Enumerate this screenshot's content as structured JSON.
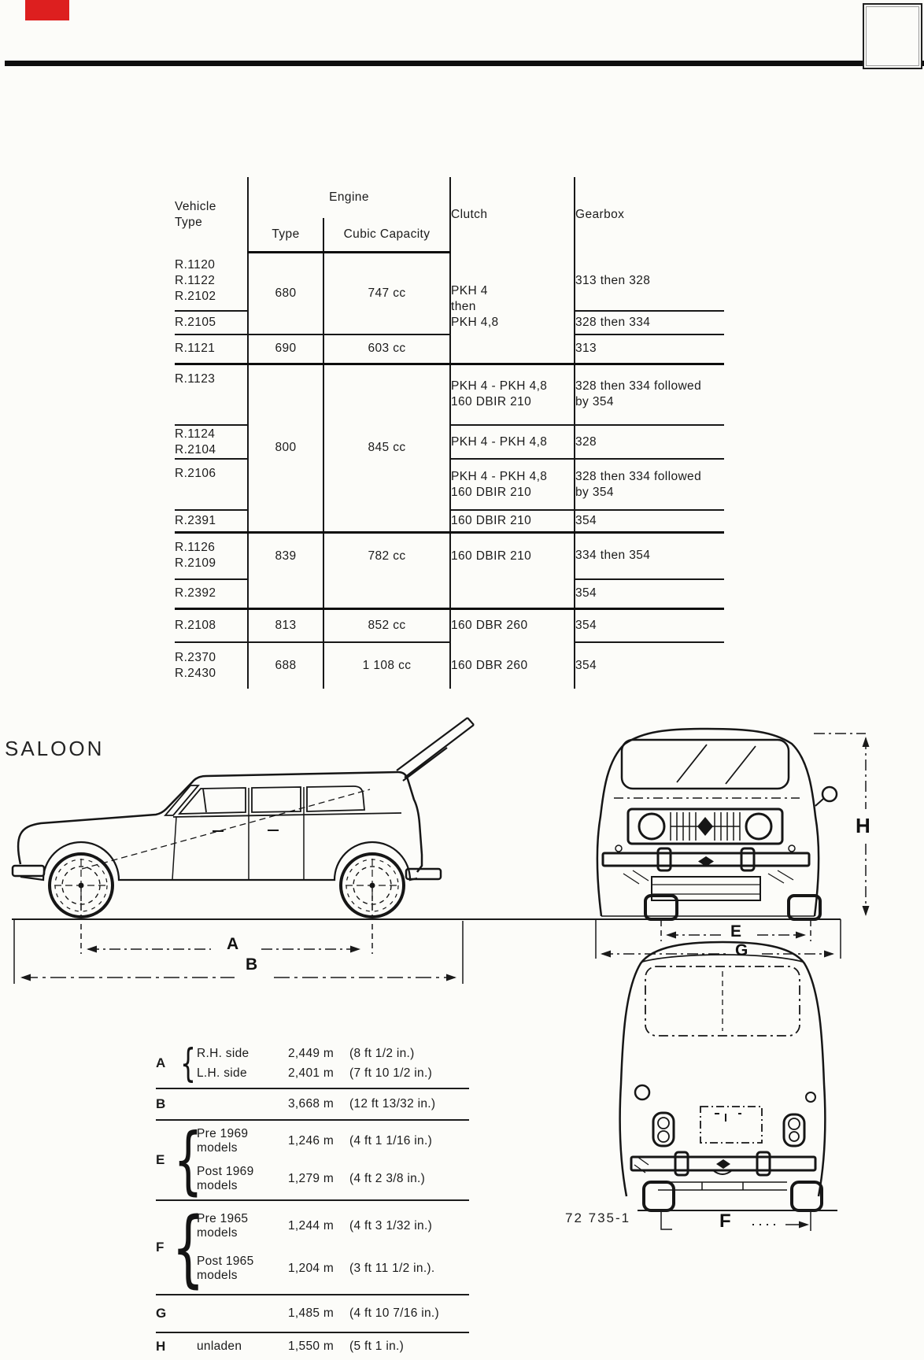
{
  "page": {
    "corner_mark_color": "#dd1f1f",
    "ink_color": "#1b1b1b"
  },
  "spec_table": {
    "headers": {
      "vehicle_type": "Vehicle\nType",
      "engine": "Engine",
      "engine_type": "Type",
      "cubic_capacity": "Cubic Capacity",
      "clutch": "Clutch",
      "gearbox": "Gearbox"
    },
    "rows": [
      {
        "vehicle": "R.1120\nR.1122\nR.2102",
        "engine_type": "680",
        "cubic_capacity": "747 cc",
        "clutch": "PKH 4\nthen\nPKH 4,8",
        "gearbox": "313 then 328"
      },
      {
        "vehicle": "R.2105",
        "gearbox": "328 then 334"
      },
      {
        "vehicle": "R.1121",
        "engine_type": "690",
        "cubic_capacity": "603 cc",
        "gearbox": "313"
      },
      {
        "vehicle": "R.1123",
        "engine_type": "800",
        "cubic_capacity": "845 cc",
        "clutch": "PKH 4 - PKH 4,8\n160 DBIR 210",
        "gearbox": "328 then 334 followed\nby 354"
      },
      {
        "vehicle": "R.1124\nR.2104",
        "clutch": "PKH 4 - PKH 4,8",
        "gearbox": "328"
      },
      {
        "vehicle": "R.2106",
        "clutch": "PKH 4 - PKH 4,8\n160 DBIR 210",
        "gearbox": "328 then 334 followed\nby 354"
      },
      {
        "vehicle": "R.2391",
        "clutch": "160 DBIR 210",
        "gearbox": "354"
      },
      {
        "vehicle": "R.1126\nR.2109",
        "engine_type": "839",
        "cubic_capacity": "782 cc",
        "clutch": "160 DBIR 210",
        "gearbox": "334 then 354"
      },
      {
        "vehicle": "R.2392",
        "gearbox": "354"
      },
      {
        "vehicle": "R.2108",
        "engine_type": "813",
        "cubic_capacity": "852 cc",
        "clutch": "160 DBR 260",
        "gearbox": "354"
      },
      {
        "vehicle": "R.2370\nR.2430",
        "engine_type": "688",
        "cubic_capacity": "1 108 cc",
        "clutch": "160 DBR 260",
        "gearbox": "354"
      }
    ]
  },
  "drawing": {
    "section_label": "SALOON",
    "figure_number": "72 735-1",
    "dim_letters": {
      "a": "A",
      "b": "B",
      "e": "E",
      "g": "G",
      "h": "H",
      "f": "F"
    }
  },
  "dimensions": {
    "rows": [
      {
        "letter": "A",
        "entries": [
          {
            "label": "R.H. side",
            "metric": "2,449 m",
            "imperial": "(8 ft 1/2 in.)"
          },
          {
            "label": "L.H. side",
            "metric": "2,401 m",
            "imperial": "(7 ft 10 1/2 in.)"
          }
        ]
      },
      {
        "letter": "B",
        "entries": [
          {
            "label": "",
            "metric": "3,668 m",
            "imperial": "(12 ft 13/32 in.)"
          }
        ]
      },
      {
        "letter": "E",
        "entries": [
          {
            "label": "Pre 1969 models",
            "metric": "1,246 m",
            "imperial": "(4 ft 1 1/16 in.)"
          },
          {
            "label": "Post 1969 models",
            "metric": "1,279 m",
            "imperial": "(4 ft 2 3/8 in.)"
          }
        ]
      },
      {
        "letter": "F",
        "entries": [
          {
            "label": "Pre 1965 models",
            "metric": "1,244 m",
            "imperial": "(4 ft 3 1/32 in.)"
          },
          {
            "label": "Post 1965 models",
            "metric": "1,204 m",
            "imperial": "(3 ft 11 1/2 in.)."
          }
        ]
      },
      {
        "letter": "G",
        "entries": [
          {
            "label": "",
            "metric": "1,485 m",
            "imperial": "(4 ft 10 7/16 in.)"
          }
        ]
      },
      {
        "letter": "H",
        "entries": [
          {
            "label": "unladen",
            "metric": "1,550 m",
            "imperial": "(5 ft 1 in.)"
          }
        ]
      }
    ]
  }
}
